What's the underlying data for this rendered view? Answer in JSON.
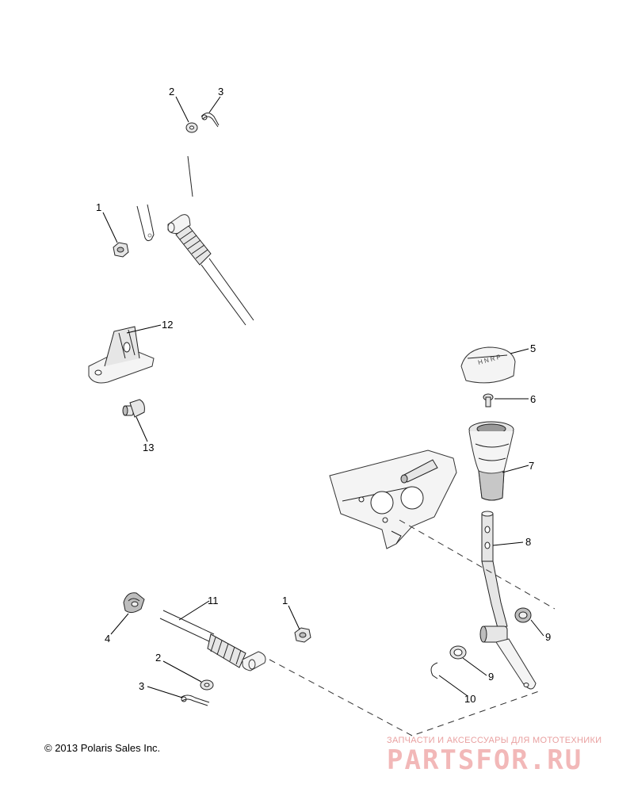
{
  "callouts": [
    {
      "id": "c1a",
      "label": "1"
    },
    {
      "id": "c2a",
      "label": "2"
    },
    {
      "id": "c3a",
      "label": "3"
    },
    {
      "id": "c12",
      "label": "12"
    },
    {
      "id": "c13",
      "label": "13"
    },
    {
      "id": "c5",
      "label": "5"
    },
    {
      "id": "c6",
      "label": "6"
    },
    {
      "id": "c7",
      "label": "7"
    },
    {
      "id": "c8",
      "label": "8"
    },
    {
      "id": "c9a",
      "label": "9"
    },
    {
      "id": "c9b",
      "label": "9"
    },
    {
      "id": "c10",
      "label": "10"
    },
    {
      "id": "c11",
      "label": "11"
    },
    {
      "id": "c1b",
      "label": "1"
    },
    {
      "id": "c4",
      "label": "4"
    },
    {
      "id": "c2b",
      "label": "2"
    },
    {
      "id": "c3b",
      "label": "3"
    }
  ],
  "copyright": "© 2013 Polaris Sales Inc.",
  "watermark": {
    "tagline": "ЗАПЧАСТИ И АКСЕССУАРЫ ДЛЯ МОТОТЕХНИКИ",
    "logo": "PARTSFOR.RU"
  }
}
